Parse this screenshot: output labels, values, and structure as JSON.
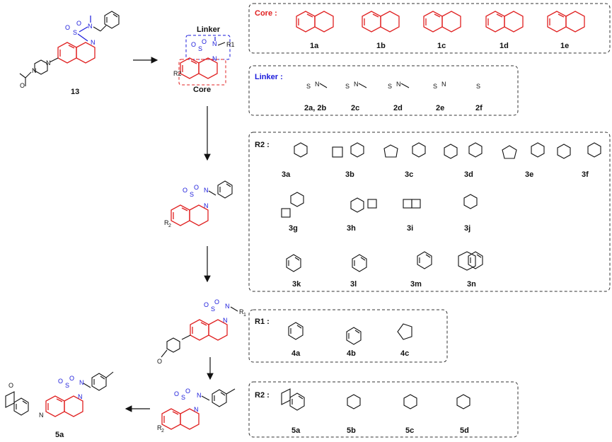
{
  "start": {
    "compound": "13"
  },
  "scaffold": {
    "linker_label": "Linker",
    "core_label": "Core",
    "r1": "R1",
    "r2": "R2"
  },
  "core_box": {
    "title": "Core :",
    "labels": [
      "1a",
      "1b",
      "1c",
      "1d",
      "1e"
    ]
  },
  "linker_box": {
    "title": "Linker :",
    "labels": [
      "2a, 2b",
      "2c",
      "2d",
      "2e",
      "2f"
    ]
  },
  "r2_box": {
    "title": "R2 :",
    "row1": [
      "3a",
      "3b",
      "3c",
      "3d",
      "3e",
      "3f"
    ],
    "row2": [
      "3g",
      "3h",
      "3i",
      "3j"
    ],
    "row3": [
      "3k",
      "3l",
      "3m",
      "3n"
    ]
  },
  "r1_box": {
    "title": "R1 :",
    "labels": [
      "4a",
      "4b",
      "4c"
    ]
  },
  "r2_box2": {
    "title": "R2 :",
    "labels": [
      "5a",
      "5b",
      "5c",
      "5d"
    ]
  },
  "final": {
    "compound": "5a"
  },
  "colors": {
    "core": "#e02020",
    "linker": "#1a1adb"
  }
}
